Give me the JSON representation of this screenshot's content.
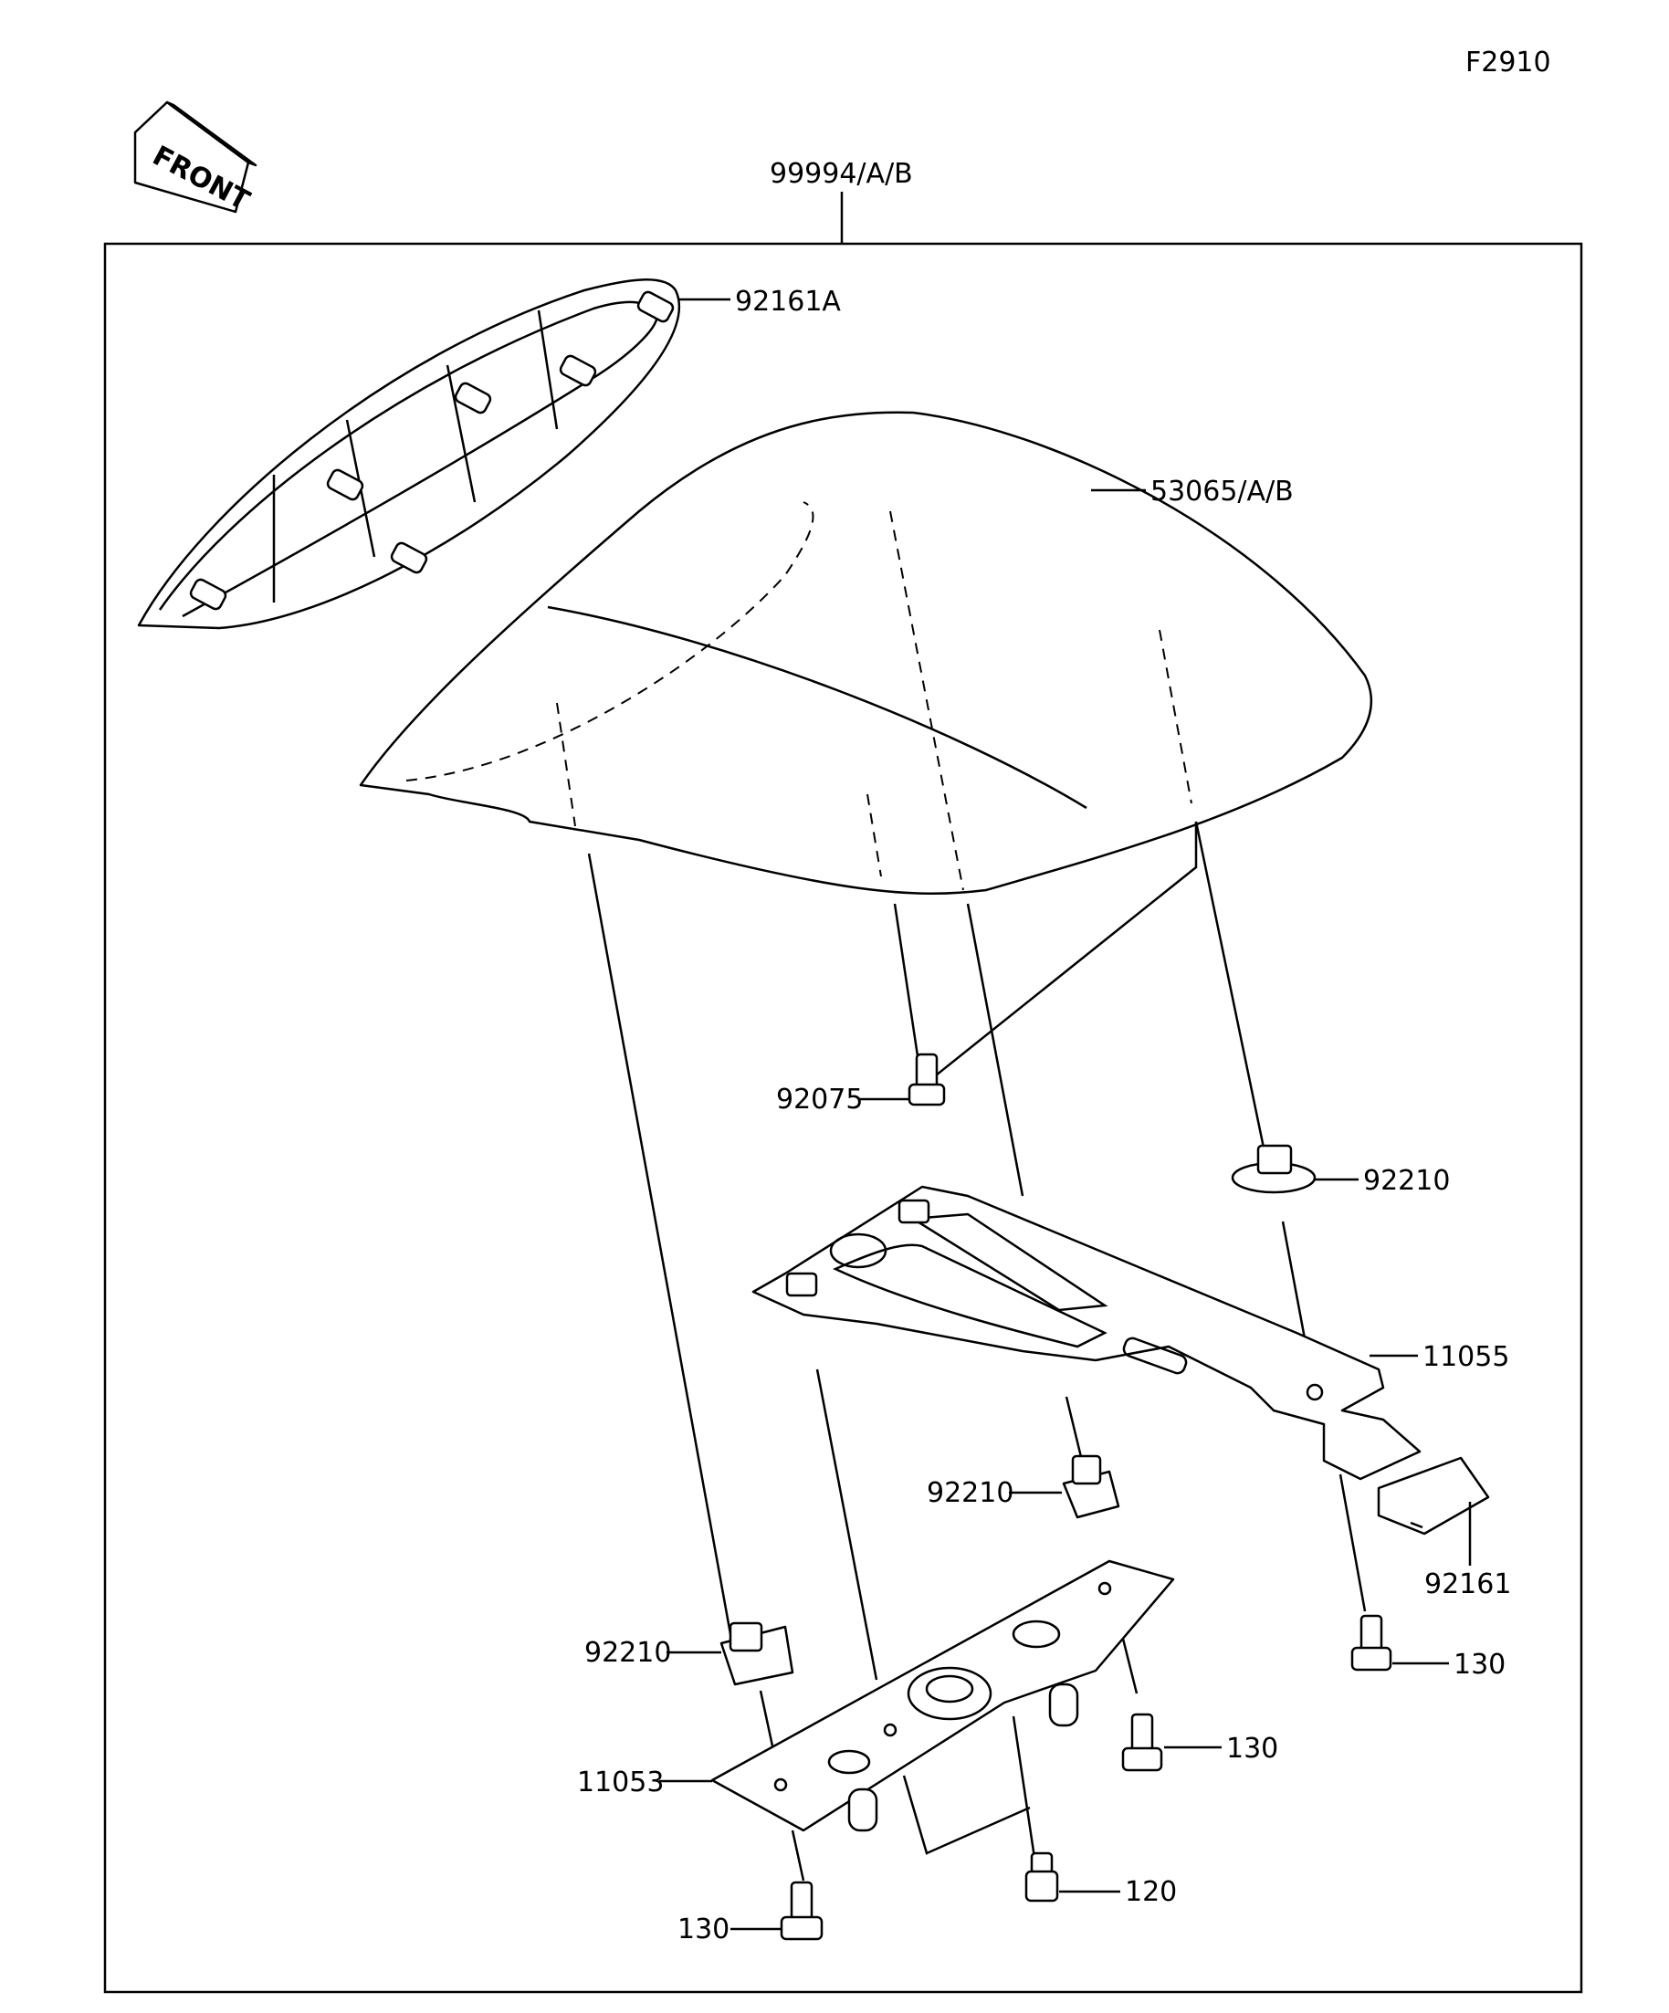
{
  "figure_code": "F2910",
  "front_marker": "FRONT",
  "callouts": {
    "assembly": "99994/A/B",
    "cover_frame": "92161A",
    "seat_cover": "53065/A/B",
    "bolt_top": "92075",
    "nut_right": "92210",
    "bracket_upper": "11055",
    "nut_center": "92210",
    "cushion": "92161",
    "bolt_right": "130",
    "nut_left": "92210",
    "bolt_center": "130",
    "bracket_lower": "11053",
    "screw_bottom": "120",
    "bolt_left": "130"
  }
}
